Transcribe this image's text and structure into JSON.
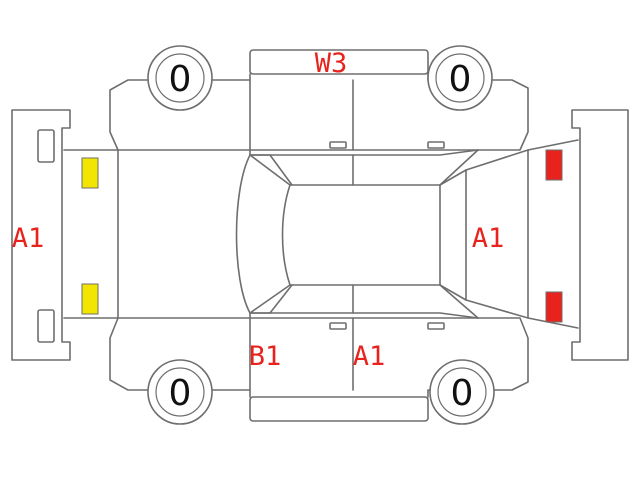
{
  "colors": {
    "outline": "#6e6e6e",
    "damage_code": "#e8231d",
    "tread_text": "#111111",
    "front_lamp": "#f2e600",
    "rear_lamp": "#e8231d"
  },
  "tires": {
    "front_left": "0",
    "rear_left": "0",
    "front_right": "0",
    "rear_right": "0"
  },
  "damage_codes": {
    "top_panel": "W3",
    "front_bumper": "A1",
    "rear_panel": "A1",
    "right_front_door": "B1",
    "right_rear_door": "A1"
  },
  "lamps": {
    "front": [
      "yellow",
      "yellow"
    ],
    "rear": [
      "red",
      "red"
    ]
  }
}
